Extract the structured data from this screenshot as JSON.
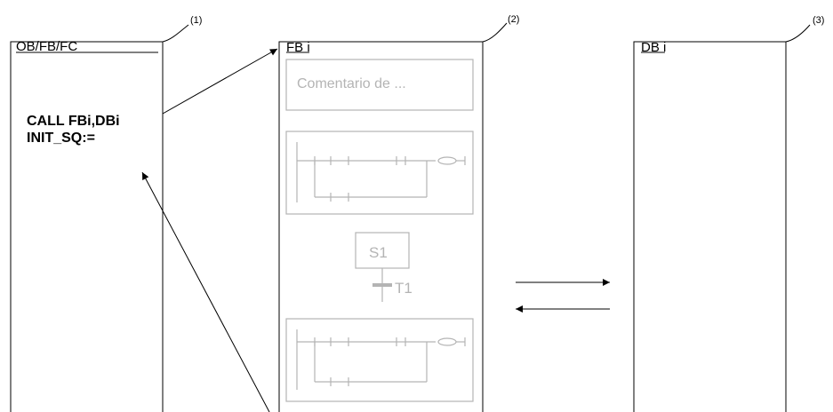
{
  "block_caller": {
    "label": "OB/FB/FC",
    "marker": "(1)",
    "code_line1": "CALL FBi,DBi",
    "code_line2": "INIT_SQ:="
  },
  "block_fb": {
    "label": "FB i",
    "marker": "(2)",
    "comment_placeholder": "Comentario de ...",
    "step_label": "S1",
    "transition_label": "T1"
  },
  "block_db": {
    "label": "DB i",
    "marker": "(3)"
  },
  "colors": {
    "line": "#000000",
    "ghost": "#b4b4b4"
  }
}
